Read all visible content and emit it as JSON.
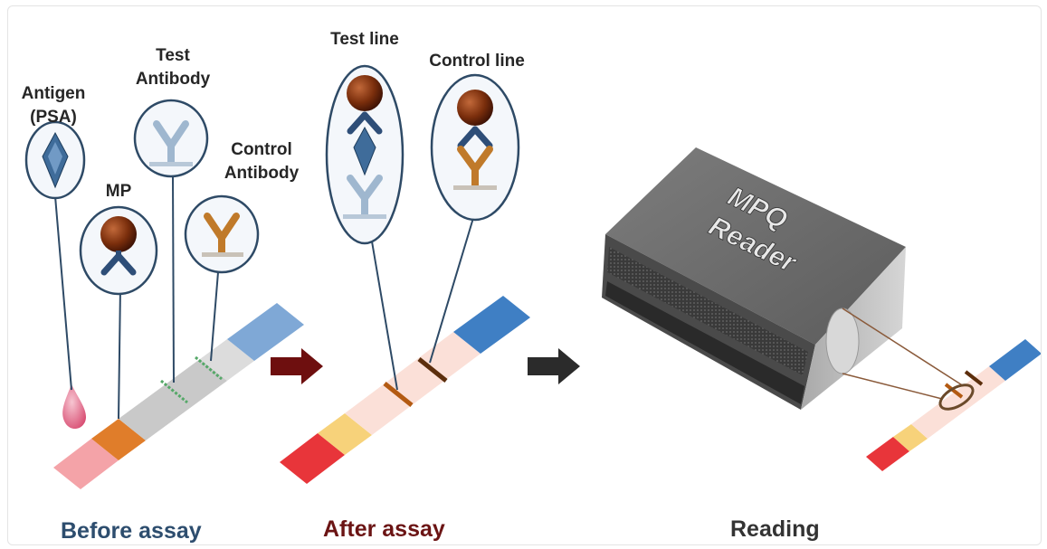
{
  "labels": {
    "antigen": [
      "Antigen",
      "(PSA)"
    ],
    "test_antibody": [
      "Test",
      "Antibody"
    ],
    "control_antibody": [
      "Control",
      "Antibody"
    ],
    "mp": "MP",
    "test_line": "Test line",
    "control_line": "Control line",
    "reader": [
      "MPQ",
      "Reader"
    ]
  },
  "captions": {
    "before": "Before assay",
    "after": "After assay",
    "reading": "Reading"
  },
  "colors": {
    "before_caption": "#2d4d6e",
    "after_caption": "#6b1414",
    "reading_caption": "#333333",
    "arrow_before": "#6e0f0f",
    "arrow_after": "#2b2b2b",
    "particle": "#7a2e0c",
    "antibody_test": "#9fb7cf",
    "antibody_control": "#c07a2a",
    "antigen": "#3f6c9a"
  }
}
